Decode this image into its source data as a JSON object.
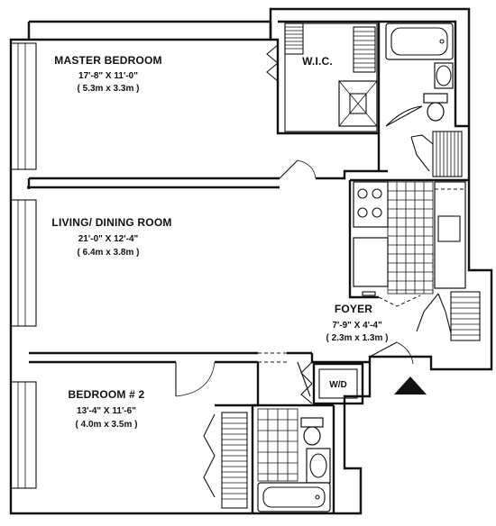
{
  "rooms": {
    "master": {
      "name": "MASTER BEDROOM",
      "dim_imperial": "17'-8\" X 11'-0\"",
      "dim_metric": "( 5.3m x 3.3m )"
    },
    "wic": {
      "name": "W.I.C."
    },
    "living": {
      "name": "LIVING/ DINING ROOM",
      "dim_imperial": "21'-0\" X 12'-4\"",
      "dim_metric": "( 6.4m x 3.8m )"
    },
    "foyer": {
      "name": "FOYER",
      "dim_imperial": "7'-9\" X 4'-4\"",
      "dim_metric": "( 2.3m x 1.3m )"
    },
    "bedroom2": {
      "name": "BEDROOM # 2",
      "dim_imperial": "13'-4\" X 11'-6\"",
      "dim_metric": "( 4.0m x 3.5m )"
    },
    "wd": {
      "name": "W/D"
    }
  },
  "icons": {
    "entry": "entry-arrow-icon",
    "range": "range-burners-icon",
    "tub": "bathtub-icon",
    "toilet": "toilet-icon",
    "shower": "shower-icon"
  },
  "colors": {
    "line": "#111111",
    "paper": "#ffffff"
  }
}
